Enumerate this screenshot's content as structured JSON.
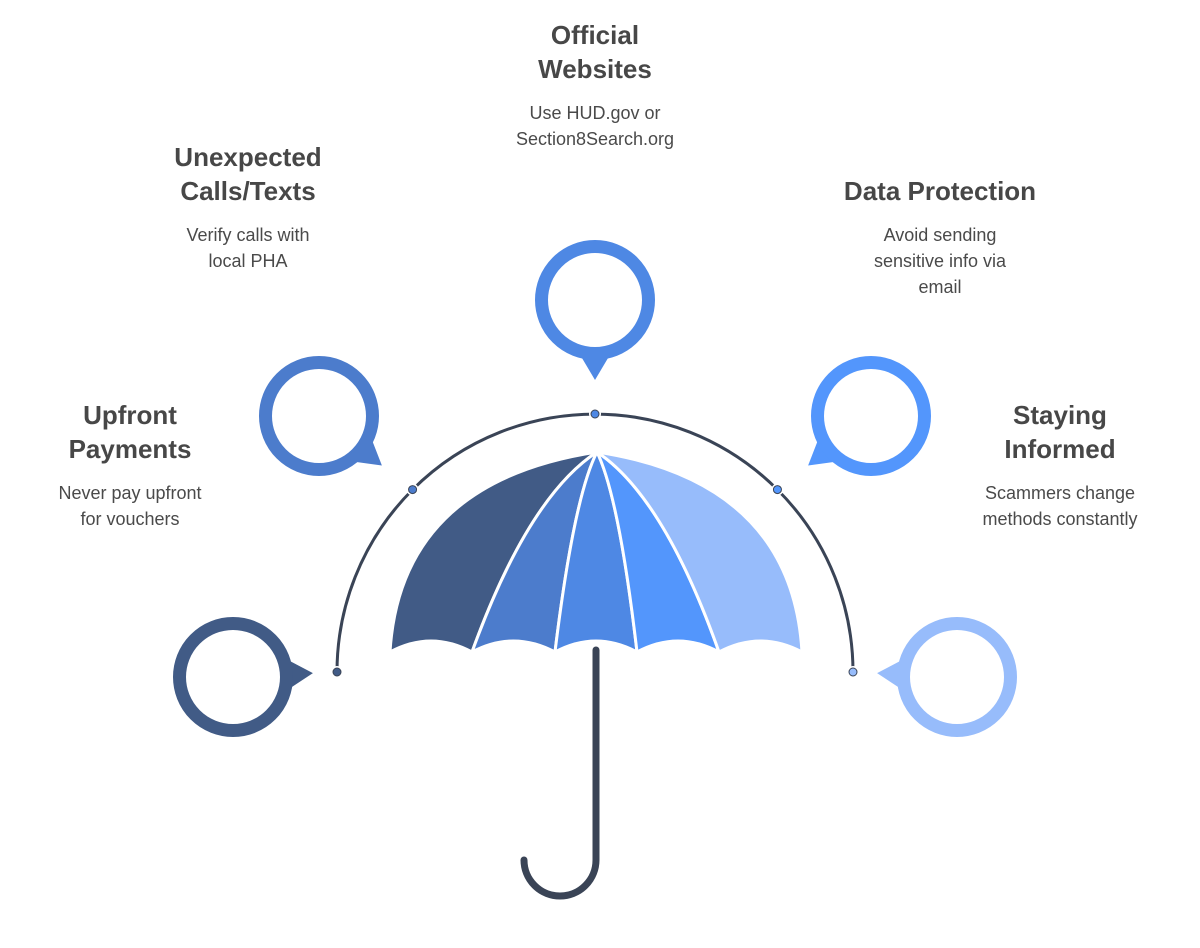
{
  "diagram": {
    "type": "umbrella-infographic",
    "topic": "Avoiding Section 8 scams",
    "colors": {
      "arc": "#3a4456",
      "handle": "#3a4456",
      "text_title": "#474747",
      "text_desc": "#4a4a4a"
    },
    "items": [
      {
        "title": "Upfront\nPayments",
        "description": "Never pay upfront\nfor vouchers",
        "color": "#415b86",
        "icon": "speech-bubble-icon"
      },
      {
        "title": "Unexpected\nCalls/Texts",
        "description": "Verify calls with\nlocal PHA",
        "color": "#4c7ccc",
        "icon": "speech-bubble-icon"
      },
      {
        "title": "Official\nWebsites",
        "description": "Use HUD.gov or\nSection8Search.org",
        "color": "#4e88e4",
        "icon": "speech-bubble-icon"
      },
      {
        "title": "Data Protection",
        "description": "Avoid sending\nsensitive info via\nemail",
        "color": "#5396fc",
        "icon": "speech-bubble-icon"
      },
      {
        "title": "Staying\nInformed",
        "description": "Scammers change\nmethods constantly",
        "color": "#97bcfb",
        "icon": "speech-bubble-icon"
      }
    ]
  }
}
